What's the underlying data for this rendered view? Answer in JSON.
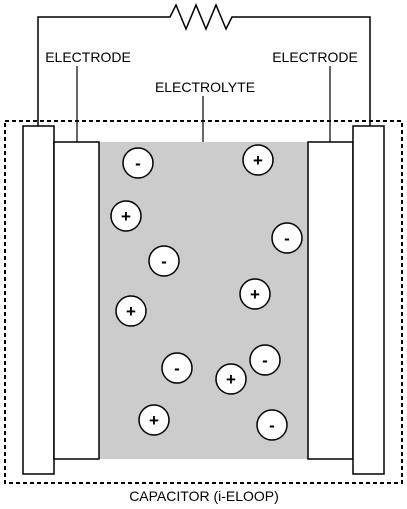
{
  "labels": {
    "electrode_left": "ELECTRODE",
    "electrode_right": "ELECTRODE",
    "electrolyte": "ELECTROLYTE",
    "caption": "CAPACITOR (i-ELOOP)"
  },
  "ions": {
    "positive_sign": "+",
    "negative_sign": "-",
    "items": [
      {
        "charge": "-"
      },
      {
        "charge": "+"
      },
      {
        "charge": "+"
      },
      {
        "charge": "-"
      },
      {
        "charge": "-"
      },
      {
        "charge": "+"
      },
      {
        "charge": "+"
      },
      {
        "charge": "-"
      },
      {
        "charge": "-"
      },
      {
        "charge": "+"
      },
      {
        "charge": "+"
      },
      {
        "charge": "-"
      }
    ]
  },
  "colors": {
    "electrolyte_fill": "#cccccc",
    "line": "#000000",
    "background": "#ffffff"
  }
}
